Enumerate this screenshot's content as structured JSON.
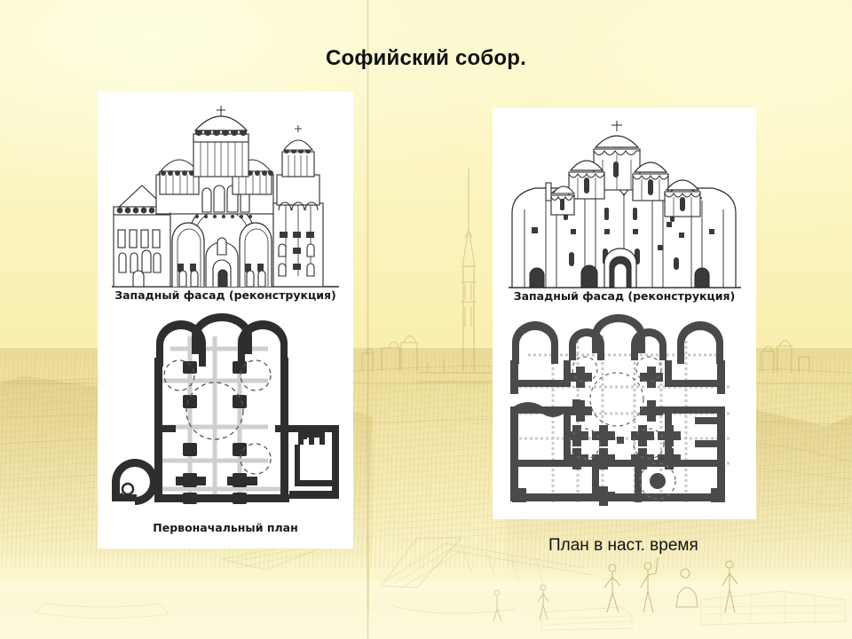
{
  "slide": {
    "title": "Софийский собор.",
    "background_color": "#faf3c4",
    "background_description": "faded sepia engraving of a riverside city with a tall spire"
  },
  "panels": {
    "left": {
      "name": "original-cathedral-figures",
      "facade_caption": "Западный фасад (реконструкция)",
      "plan_caption": "Первоначальный план"
    },
    "right": {
      "name": "present-cathedral-figures",
      "facade_caption": "Западный фасад (реконструкция)",
      "plan_caption": "План в наст. время"
    }
  },
  "colors": {
    "panel": "#ffffff",
    "ink": "#1a1a1a",
    "wall": "#3a3a3a",
    "title": "#111111"
  }
}
